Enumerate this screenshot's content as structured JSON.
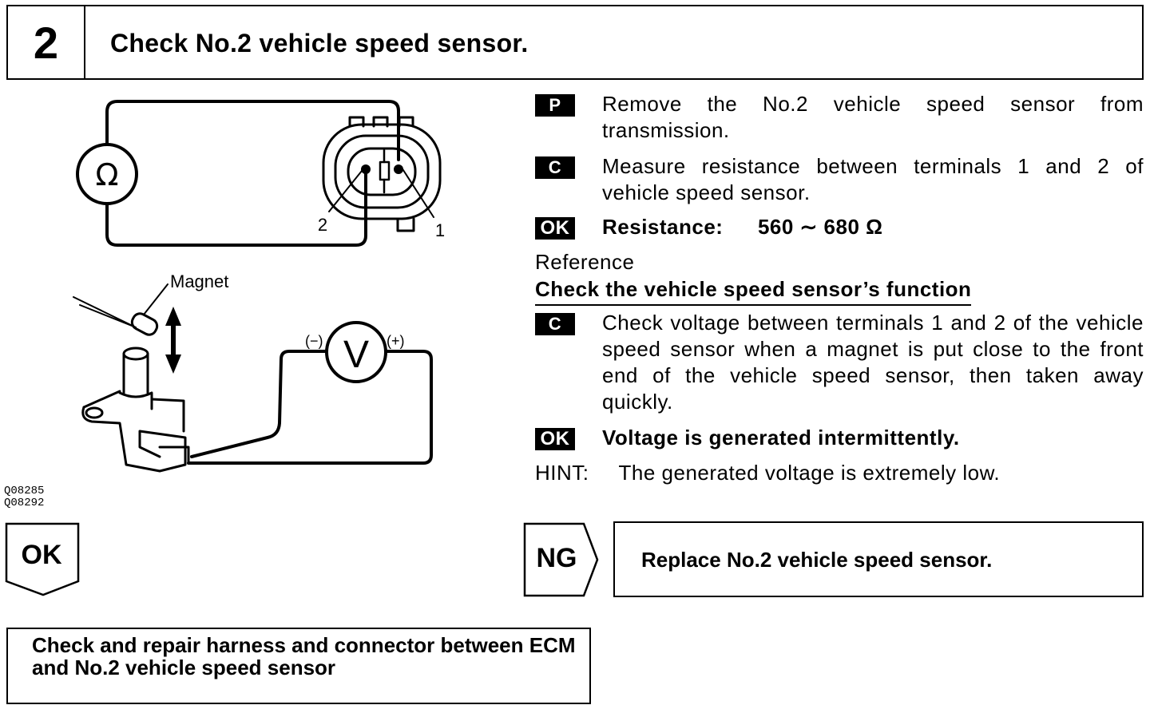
{
  "header": {
    "step_number": "2",
    "title": "Check No.2 vehicle speed sensor."
  },
  "diagram": {
    "ohm_symbol": "Ω",
    "terminal_2": "2",
    "terminal_1": "1",
    "magnet_label": "Magnet",
    "minus_label": "(−)",
    "plus_label": "(+)",
    "volt_symbol": "V",
    "image_codes": [
      "Q08285",
      "Q08292"
    ]
  },
  "instructions": [
    {
      "badge": "P",
      "text": "Remove the No.2 vehicle speed sensor from transmission."
    },
    {
      "badge": "C",
      "text": "Measure resistance between terminals 1 and 2 of vehicle speed sensor."
    },
    {
      "badge": "OK",
      "label": "Resistance:",
      "value": "560 ∼ 680 Ω"
    }
  ],
  "reference": {
    "label": "Reference",
    "heading": "Check the vehicle speed sensor’s function",
    "steps": [
      {
        "badge": "C",
        "text": "Check voltage between terminals 1 and 2 of the vehicle speed sensor when a magnet is put close to the front end of the vehicle speed sensor, then taken away quickly."
      },
      {
        "badge": "OK",
        "text": "Voltage is generated intermittently."
      }
    ],
    "hint_label": "HINT:",
    "hint_text": "The generated voltage is extremely low."
  },
  "results": {
    "ok_label": "OK",
    "ok_action": "Check and repair harness and connector between ECM and No.2 vehicle speed sensor",
    "ng_label": "NG",
    "ng_action": "Replace No.2 vehicle speed sensor."
  }
}
